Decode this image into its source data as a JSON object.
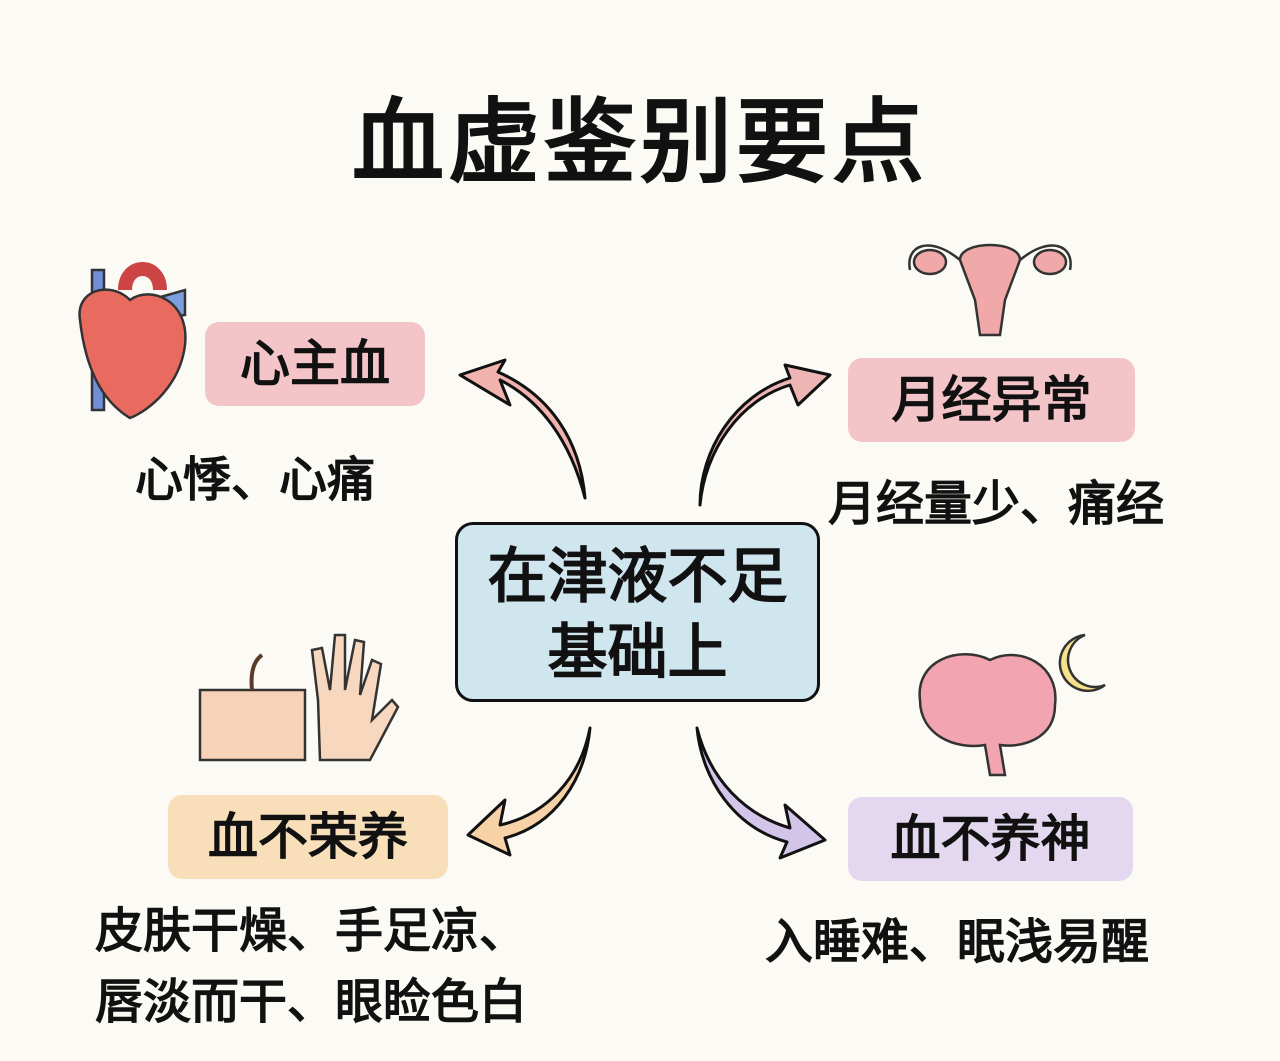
{
  "title": "血虚鉴别要点",
  "center": {
    "line1": "在津液不足",
    "line2": "基础上",
    "color": "#cfe6ee"
  },
  "branches": [
    {
      "label": "心主血",
      "detail": "心悸、心痛",
      "color": "#f3c5c8",
      "icon": "heart-icon"
    },
    {
      "label": "月经异常",
      "detail": "月经量少、痛经",
      "color": "#f3c5c8",
      "icon": "uterus-icon"
    },
    {
      "label": "血不荣养",
      "detail_line1": "皮肤干燥、手足凉、",
      "detail_line2": "唇淡而干、眼睑色白",
      "color": "#f8dfb9",
      "icon": "skin-hand-icon"
    },
    {
      "label": "血不养神",
      "detail": "入睡难、眠浅易醒",
      "color": "#e3d8ef",
      "icon": "brain-moon-icon"
    }
  ]
}
